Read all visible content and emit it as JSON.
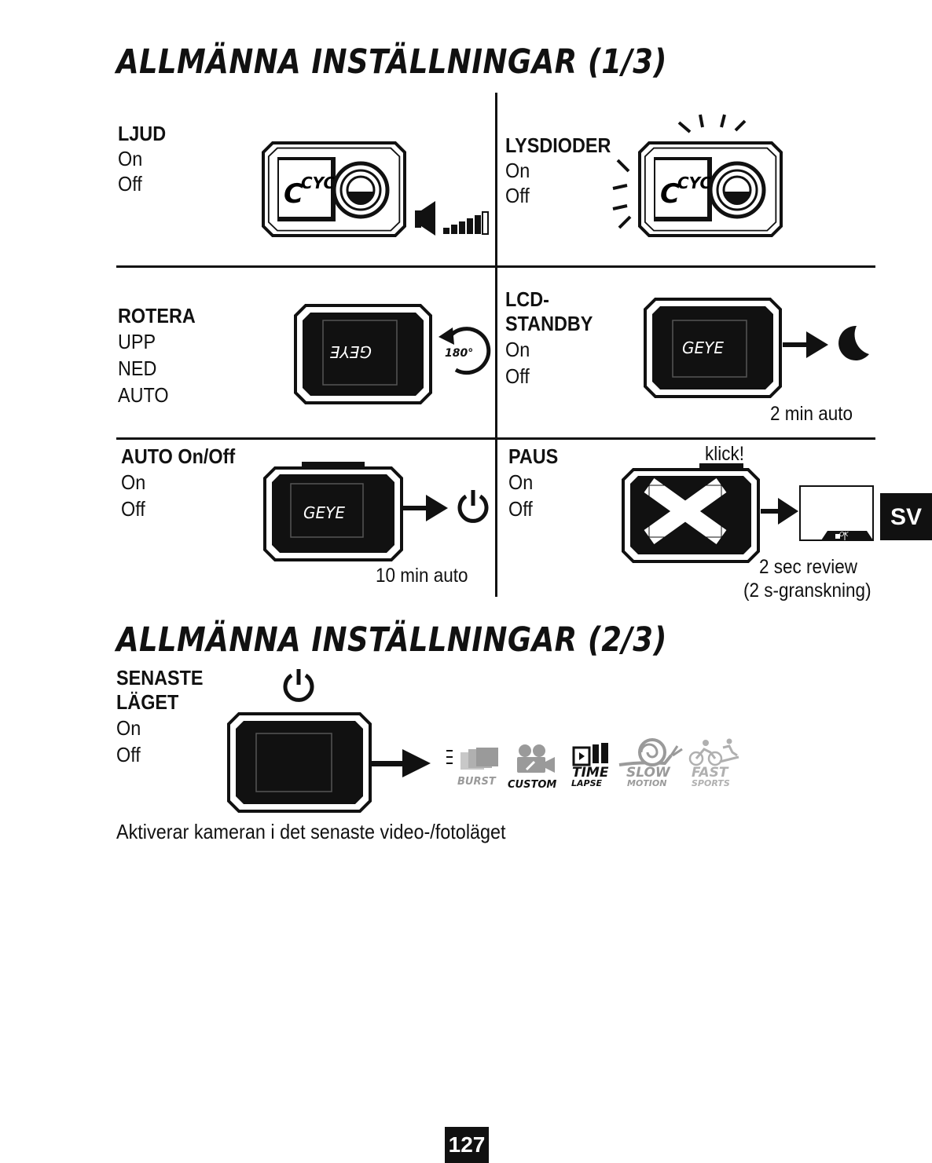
{
  "page": {
    "title_1": "ALLMÄNNA INSTÄLLNINGAR (1/3)",
    "title_2": "ALLMÄNNA INSTÄLLNINGAR (2/3)",
    "lang_tab": "SV",
    "page_number": "127"
  },
  "settings": {
    "ljud": {
      "label": "LJUD",
      "options": [
        "On",
        "Off"
      ]
    },
    "lysdioder": {
      "label": "LYSDIODER",
      "options": [
        "On",
        "Off"
      ]
    },
    "rotera": {
      "label": "ROTERA",
      "options": [
        "UPP",
        "NED",
        "AUTO"
      ],
      "angle": "180°"
    },
    "lcd_standby": {
      "label_1": "LCD-",
      "label_2": "STANDBY",
      "options": [
        "On",
        "Off"
      ],
      "note": "2 min auto"
    },
    "auto_onoff": {
      "label": "AUTO On/Off",
      "options": [
        "On",
        "Off"
      ],
      "note": "10 min auto"
    },
    "paus": {
      "label": "PAUS",
      "options": [
        "On",
        "Off"
      ],
      "click": "klick!",
      "note_1": "2 sec review",
      "note_2": "(2 s-granskning)",
      "ok": "OK"
    },
    "senaste": {
      "label_1": "SENASTE",
      "label_2": "LÄGET",
      "options": [
        "On",
        "Off"
      ],
      "description": "Aktiverar kameran i det senaste video-/fotoläget"
    }
  },
  "screen_brand": {
    "normal": "GEYE",
    "mirrored": "GEYE"
  },
  "modes": [
    {
      "name": "burst",
      "line_1": "BURST",
      "line_2": "",
      "icon": "burst-icon"
    },
    {
      "name": "custom",
      "line_1": "CUSTOM",
      "line_2": "",
      "icon": "custom-icon"
    },
    {
      "name": "time-lapse",
      "line_1": "TIME",
      "line_2": "LAPSE",
      "icon": "time-lapse-icon"
    },
    {
      "name": "slow-motion",
      "line_1": "SLOW",
      "line_2": "MOTION",
      "icon": "snail-icon"
    },
    {
      "name": "fast-sports",
      "line_1": "FAST",
      "line_2": "SPORTS",
      "icon": "cyclist-icon"
    }
  ],
  "colors": {
    "ink": "#111111",
    "gray_mode": "#9a9a9a"
  }
}
